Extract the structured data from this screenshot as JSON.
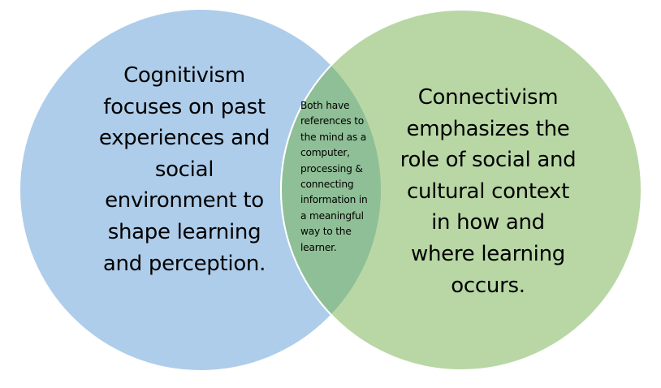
{
  "diagram": {
    "type": "venn",
    "colors": {
      "left_circle": "#AECDEA",
      "right_circle": "#B8D7A5",
      "overlap": "#8FBF96",
      "border": "#FFFFFF",
      "text": "#000000"
    },
    "left": {
      "label": "Cognitivism focuses on past experiences and social environment to shape learning and perception.",
      "lines": "Cognitivism\nfocuses on past\nexperiences and\nsocial\nenvironment to\nshape learning\nand perception."
    },
    "overlap": {
      "label": "Both have references to the mind as a computer, processing & connecting information in a meaningful way to the learner.",
      "lines": "Both have\nreferences to\nthe mind as a\ncomputer,\nprocessing &\nconnecting\ninformation in\na meaningful\nway to the\nlearner."
    },
    "right": {
      "label": "Connectivism emphasizes the role of social and cultural context in how and where learning occurs.",
      "lines": "Connectivism\nemphasizes the\nrole of social and\ncultural context\nin how and\nwhere learning\noccurs."
    }
  }
}
